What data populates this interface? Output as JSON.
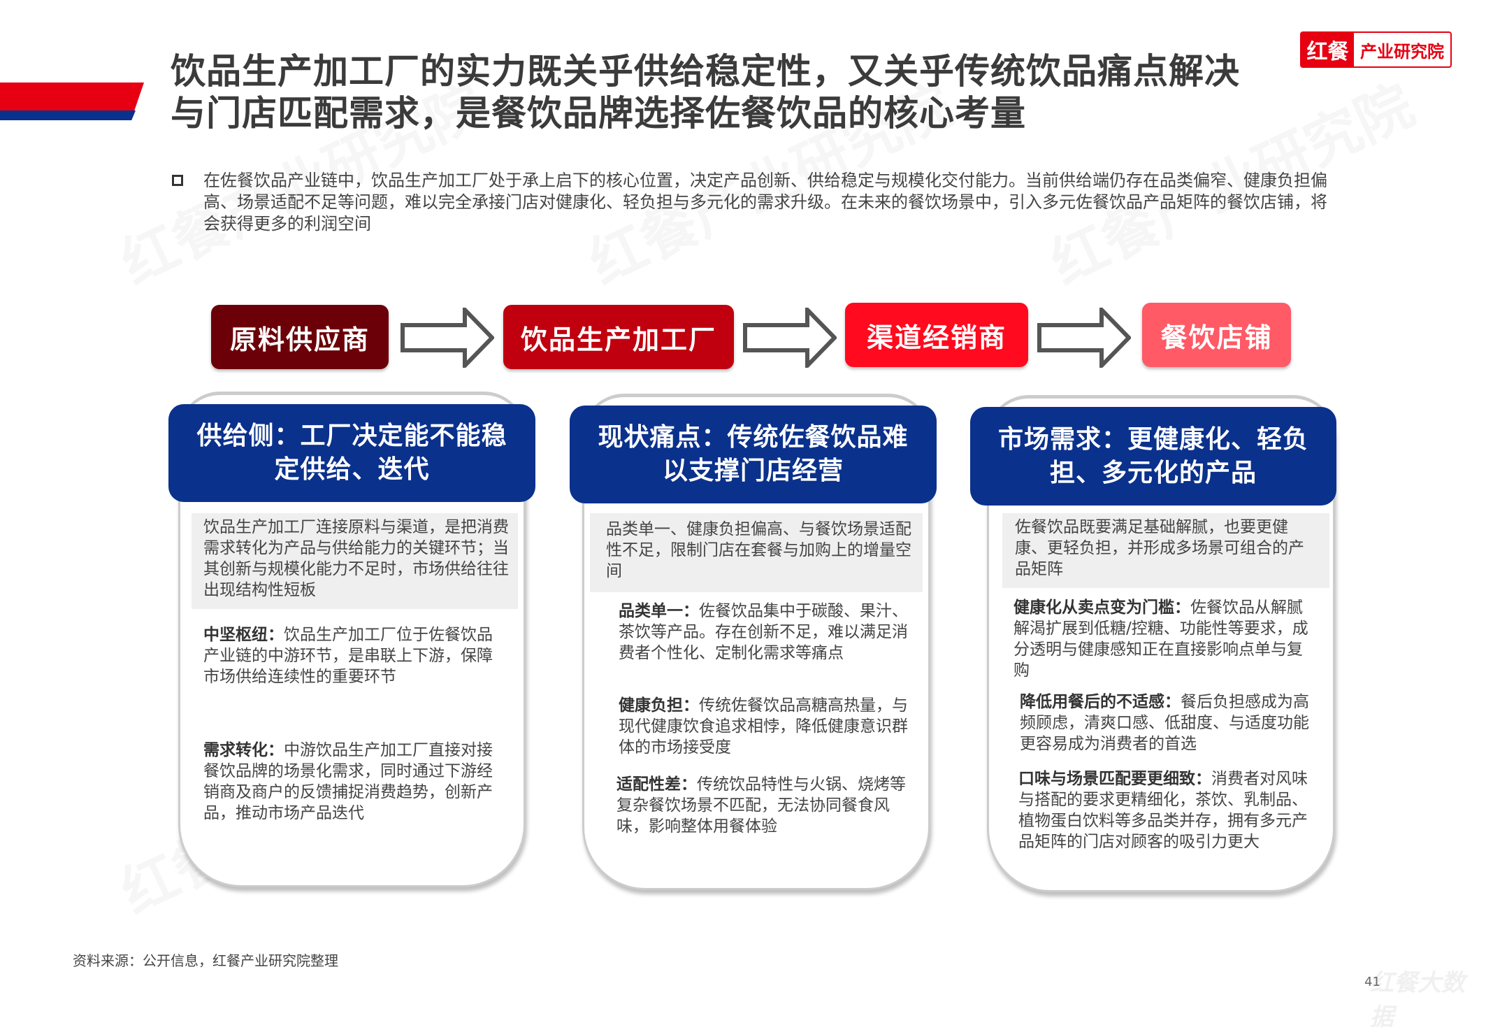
{
  "header": {
    "title_line1": "饮品生产加工厂的实力既关乎供给稳定性，又关乎传统饮品痛点解决",
    "title_line2": "与门店匹配需求，是餐饮品牌选择佐餐饮品的核心考量",
    "logo_part1": "红餐",
    "logo_part2": "产业研究院"
  },
  "intro": "在佐餐饮品产业链中，饮品生产加工厂处于承上启下的核心位置，决定产品创新、供给稳定与规模化交付能力。当前供给端仍存在品类偏窄、健康负担偏高、场景适配不足等问题，难以完全承接门店对健康化、轻负担与多元化的需求升级。在未来的餐饮场景中，引入多元佐餐饮品产品矩阵的餐饮店铺，将会获得更多的利润空间",
  "flow": [
    {
      "label": "原料供应商",
      "color": "#6b0008"
    },
    {
      "label": "饮品生产加工厂",
      "color": "#c0000e"
    },
    {
      "label": "渠道经销商",
      "color": "#ff0a1e"
    },
    {
      "label": "餐饮店铺",
      "color": "#ff5a66"
    }
  ],
  "cards": [
    {
      "title_l1": "供给侧：工厂决定能不能稳",
      "title_l2": "定供给、迭代",
      "summary": "饮品生产加工厂连接原料与渠道，是把消费需求转化为产品与供给能力的关键环节；当其创新与规模化能力不足时，市场供给往往出现结构性短板",
      "points": [
        {
          "label": "中坚枢纽：",
          "text": "饮品生产加工厂位于佐餐饮品产业链的中游环节，是串联上下游，保障市场供给连续性的重要环节"
        },
        {
          "label": "需求转化：",
          "text": "中游饮品生产加工厂直接对接餐饮品牌的场景化需求，同时通过下游经销商及商户的反馈捕捉消费趋势，创新产品，推动市场产品迭代"
        }
      ]
    },
    {
      "title_l1": "现状痛点：传统佐餐饮品难",
      "title_l2": "以支撑门店经营",
      "summary": "品类单一、健康负担偏高、与餐饮场景适配性不足，限制门店在套餐与加购上的增量空间",
      "points": [
        {
          "label": "品类单一：",
          "text": "佐餐饮品集中于碳酸、果汁、茶饮等产品。存在创新不足，难以满足消费者个性化、定制化需求等痛点"
        },
        {
          "label": "健康负担：",
          "text": "传统佐餐饮品高糖高热量，与现代健康饮食追求相悖，降低健康意识群体的市场接受度"
        },
        {
          "label": "适配性差：",
          "text": "传统饮品特性与火锅、烧烤等复杂餐饮场景不匹配，无法协同餐食风味，影响整体用餐体验"
        }
      ]
    },
    {
      "title_l1": "市场需求：更健康化、轻负",
      "title_l2": "担、多元化的产品",
      "summary": "佐餐饮品既要满足基础解腻，也要更健康、更轻负担，并形成多场景可组合的产品矩阵",
      "points": [
        {
          "label": "健康化从卖点变为门槛：",
          "text": "佐餐饮品从解腻解渴扩展到低糖/控糖、功能性等要求，成分透明与健康感知正在直接影响点单与复购"
        },
        {
          "label": "降低用餐后的不适感：",
          "text": "餐后负担感成为高频顾虑，清爽口感、低甜度、与适度功能更容易成为消费者的首选"
        },
        {
          "label": "口味与场景匹配要更细致：",
          "text": "消费者对风味与搭配的要求更精细化，茶饮、乳制品、植物蛋白饮料等多品类并存，拥有多元产品矩阵的门店对顾客的吸引力更大"
        }
      ]
    }
  ],
  "footer": {
    "source": "资料来源：公开信息，红餐产业研究院整理",
    "page_number": "41",
    "watermark": "红餐产业研究院",
    "corner_watermark": "红餐大数据"
  }
}
